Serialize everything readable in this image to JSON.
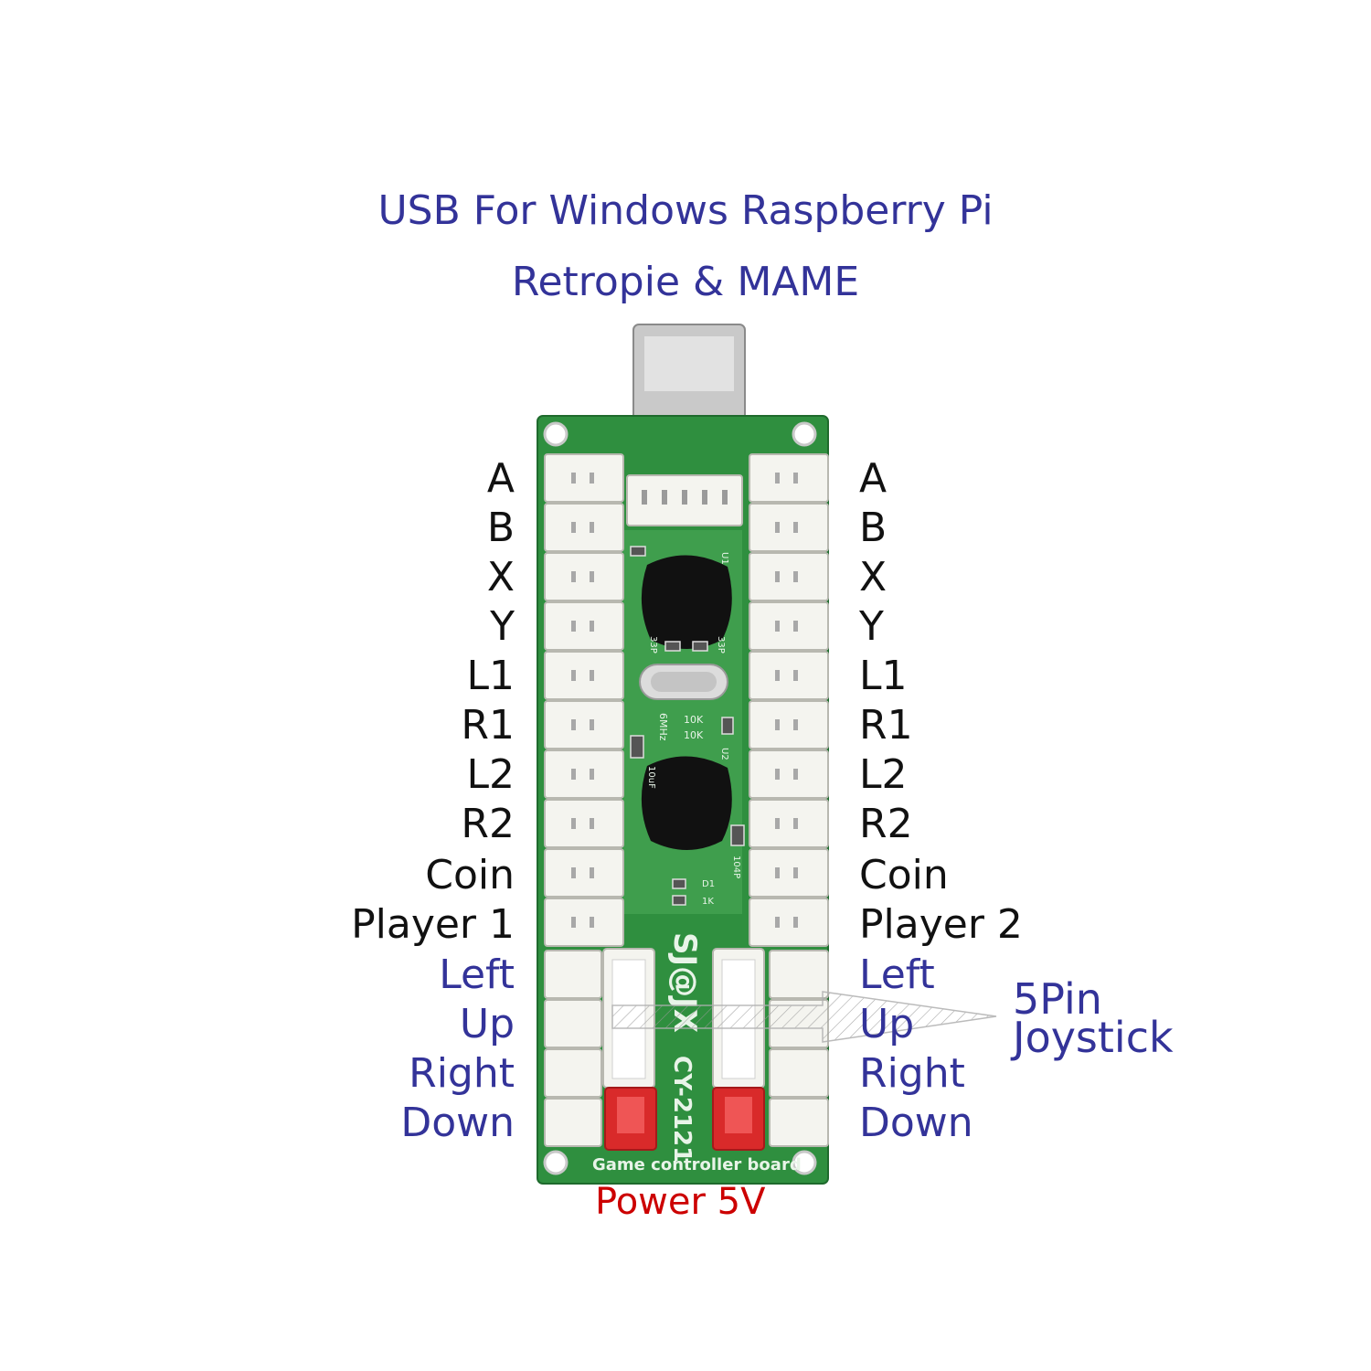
{
  "title_line1": "USB For Windows Raspberry Pi",
  "title_line2": "Retropie & MAME",
  "left_labels": [
    "A",
    "B",
    "X",
    "Y",
    "L1",
    "R1",
    "L2",
    "R2",
    "Coin",
    "Player 1",
    "Left",
    "Up",
    "Right",
    "Down"
  ],
  "right_labels": [
    "A",
    "B",
    "X",
    "Y",
    "L1",
    "R1",
    "L2",
    "R2",
    "Coin",
    "Player 2",
    "Left",
    "Up",
    "Right",
    "Down"
  ],
  "joystick_label_line1": "5Pin",
  "joystick_label_line2": "Joystick",
  "power_label": "Power 5V",
  "board_text": {
    "brand": "SJ@JX",
    "model": "CY-2121",
    "caption": "Game controller board",
    "crystal": "6MHz",
    "resistor1": "10K",
    "resistor2": "10K",
    "cap1": "33P",
    "cap2": "33P",
    "cap3": "104P",
    "cap4": "10uF",
    "diode": "D1",
    "diode_res": "1K",
    "chip1": "U1",
    "chip2": "U2"
  },
  "colors": {
    "board": "#2f8f3f",
    "connector": "#f4f4ef",
    "power_connector": "#d92a2a",
    "label_blue": "#333399",
    "label_black": "#111111",
    "power_red": "#cc0000"
  }
}
